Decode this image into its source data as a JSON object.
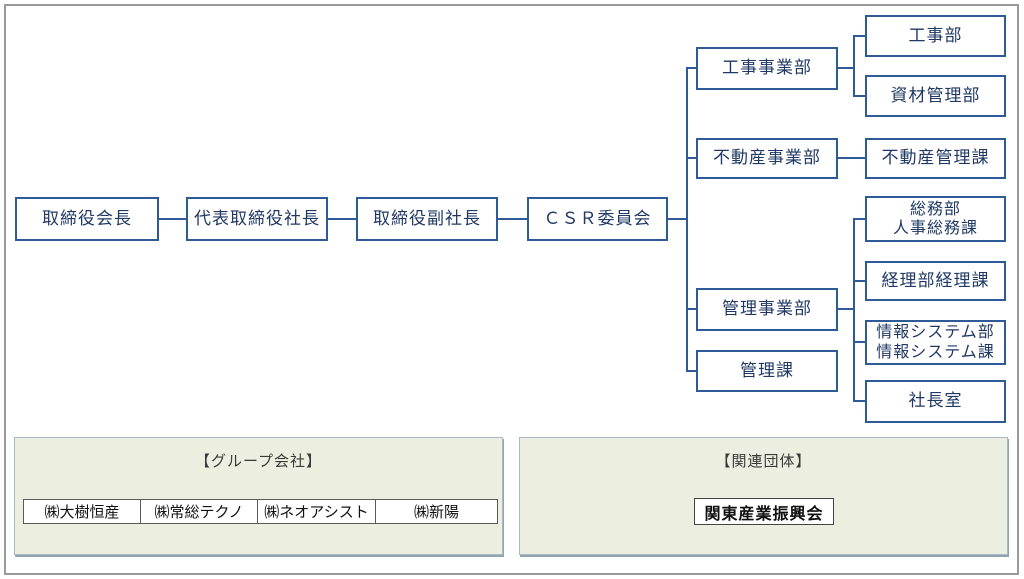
{
  "palette": {
    "node_border": "#2e5b97",
    "node_text": "#1f3864",
    "connector": "#2e5b97",
    "panel_background": "#ecefdf",
    "frame_gray": "#9a9a9a"
  },
  "chart": {
    "executive_chain": {
      "chairman": "取締役会長",
      "president": "代表取締役社長",
      "vice_president": "取締役副社長",
      "csr_committee": "ＣＳＲ委員会"
    },
    "divisions": {
      "construction": "工事事業部",
      "real_estate": "不動産事業部",
      "administration": "管理事業部",
      "admin_section": "管理課"
    },
    "departments": {
      "construction_dept": "工事部",
      "materials_mgmt": "資材管理部",
      "real_estate_mgmt": "不動産管理課",
      "general_affairs_line1": "総務部",
      "general_affairs_line2": "人事総務課",
      "accounting": "経理部経理課",
      "it_line1": "情報システム部",
      "it_line2": "情報システム課",
      "president_office": "社長室"
    }
  },
  "group_companies_panel": {
    "title": "【グループ会社】",
    "companies": [
      "㈱大樹恒産",
      "㈱常総テクノ",
      "㈱ネオアシスト",
      "㈱新陽"
    ]
  },
  "related_panel": {
    "title": "【関連団体】",
    "organization": "関東産業振興会"
  }
}
